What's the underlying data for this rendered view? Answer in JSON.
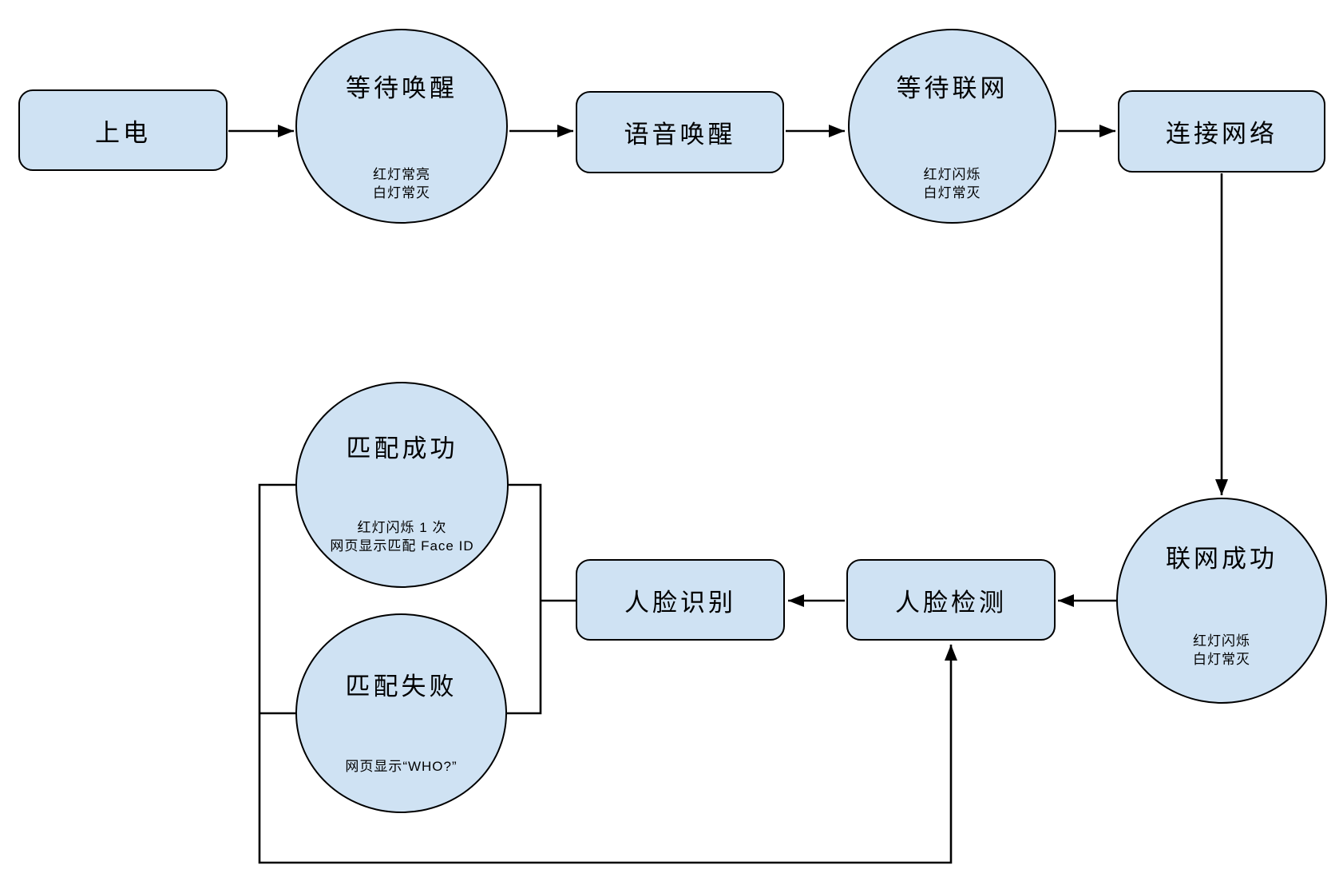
{
  "diagram": {
    "title": "device-voice-wake-and-face-recognition-flowchart",
    "colors": {
      "canvas_bg": "#ffffff",
      "node_fill": "#cfe2f3",
      "node_border": "#000000",
      "line_color": "#000000",
      "text_color": "#000000"
    },
    "nodes": {
      "power_on": {
        "label": "上电"
      },
      "wait_wake": {
        "title": "等待唤醒",
        "notes": [
          "红灯常亮",
          "白灯常灭"
        ]
      },
      "voice_wake": {
        "label": "语音唤醒"
      },
      "wait_network": {
        "title": "等待联网",
        "notes": [
          "红灯闪烁",
          "白灯常灭"
        ]
      },
      "connect_network": {
        "label": "连接网络"
      },
      "network_success": {
        "title": "联网成功",
        "notes": [
          "红灯闪烁",
          "白灯常灭"
        ]
      },
      "face_detect": {
        "label": "人脸检测"
      },
      "face_recognize": {
        "label": "人脸识别"
      },
      "match_success": {
        "title": "匹配成功",
        "notes": [
          "红灯闪烁 1 次",
          "网页显示匹配 Face ID"
        ]
      },
      "match_fail": {
        "title": "匹配失败",
        "notes": [
          "网页显示“WHO?”"
        ]
      }
    }
  }
}
